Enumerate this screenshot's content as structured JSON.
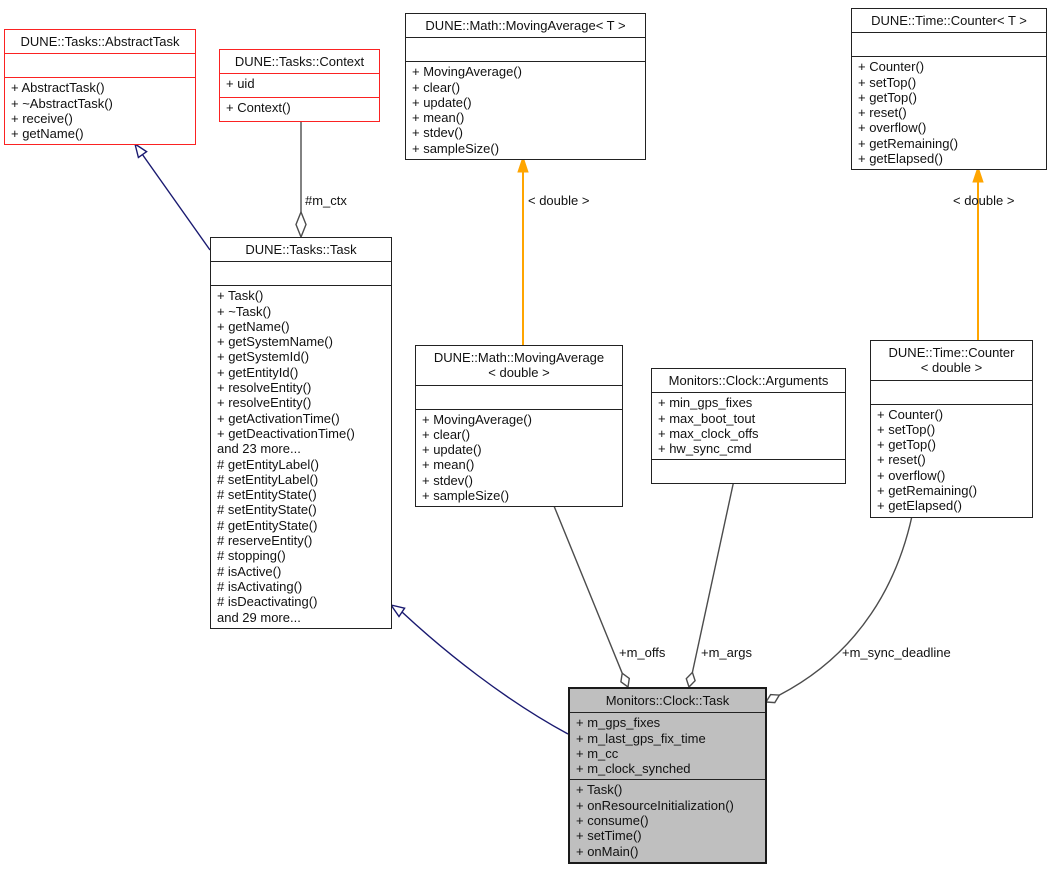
{
  "diagram": {
    "type": "uml-collaboration-diagram",
    "colors": {
      "inheritance_edge": "#191970",
      "template_edge": "#ffa500",
      "association_edge": "#4c4c4c",
      "truncated_class_border": "#fb2222",
      "class_border": "#222222",
      "focus_class_fill": "#bfbfbf",
      "class_fill": "#ffffff"
    }
  },
  "classes": {
    "abstract_task": {
      "title": "DUNE::Tasks::AbstractTask",
      "attrs": [],
      "methods": [
        "+ AbstractTask()",
        "+ ~AbstractTask()",
        "+ receive()",
        "+ getName()"
      ]
    },
    "context": {
      "title": "DUNE::Tasks::Context",
      "attrs": [
        "+ uid"
      ],
      "methods": [
        "+ Context()"
      ]
    },
    "moving_average_t": {
      "title": "DUNE::Math::MovingAverage< T >",
      "attrs": [],
      "methods": [
        "+ MovingAverage()",
        "+ clear()",
        "+ update()",
        "+ mean()",
        "+ stdev()",
        "+ sampleSize()"
      ]
    },
    "counter_t": {
      "title": "DUNE::Time::Counter< T >",
      "attrs": [],
      "methods": [
        "+ Counter()",
        "+ setTop()",
        "+ getTop()",
        "+ reset()",
        "+ overflow()",
        "+ getRemaining()",
        "+ getElapsed()"
      ]
    },
    "task": {
      "title": "DUNE::Tasks::Task",
      "attrs": [],
      "methods": [
        "+ Task()",
        "+ ~Task()",
        "+ getName()",
        "+ getSystemName()",
        "+ getSystemId()",
        "+ getEntityId()",
        "+ resolveEntity()",
        "+ resolveEntity()",
        "+ getActivationTime()",
        "+ getDeactivationTime()",
        "and 23 more...",
        "# getEntityLabel()",
        "# setEntityLabel()",
        "# setEntityState()",
        "# setEntityState()",
        "# getEntityState()",
        "# reserveEntity()",
        "# stopping()",
        "# isActive()",
        "# isActivating()",
        "# isDeactivating()",
        "and 29 more..."
      ]
    },
    "moving_average_double": {
      "title": "DUNE::Math::MovingAverage\n< double >",
      "attrs": [],
      "methods": [
        "+ MovingAverage()",
        "+ clear()",
        "+ update()",
        "+ mean()",
        "+ stdev()",
        "+ sampleSize()"
      ]
    },
    "arguments": {
      "title": "Monitors::Clock::Arguments",
      "attrs": [
        "+ min_gps_fixes",
        "+ max_boot_tout",
        "+ max_clock_offs",
        "+ hw_sync_cmd"
      ],
      "methods": []
    },
    "counter_double": {
      "title": "DUNE::Time::Counter\n< double >",
      "attrs": [],
      "methods": [
        "+ Counter()",
        "+ setTop()",
        "+ getTop()",
        "+ reset()",
        "+ overflow()",
        "+ getRemaining()",
        "+ getElapsed()"
      ]
    },
    "clock_task": {
      "title": "Monitors::Clock::Task",
      "attrs": [
        "+ m_gps_fixes",
        "+ m_last_gps_fix_time",
        "+ m_cc",
        "+ m_clock_synched"
      ],
      "methods": [
        "+ Task()",
        "+ onResourceInitialization()",
        "+ consume()",
        "+ setTime()",
        "+ onMain()"
      ]
    }
  },
  "edge_labels": {
    "m_ctx": "#m_ctx",
    "template_double_left": "< double >",
    "template_double_right": "< double >",
    "m_offs": "+m_offs",
    "m_args": "+m_args",
    "m_sync_deadline": "+m_sync_deadline"
  },
  "relationships": [
    {
      "from": "DUNE::Tasks::Task",
      "to": "DUNE::Tasks::AbstractTask",
      "type": "inheritance"
    },
    {
      "from": "Monitors::Clock::Task",
      "to": "DUNE::Tasks::Task",
      "type": "inheritance"
    },
    {
      "from": "DUNE::Tasks::Task",
      "to": "DUNE::Tasks::Context",
      "type": "aggregation",
      "label": "#m_ctx"
    },
    {
      "from": "DUNE::Math::MovingAverage< double >",
      "to": "DUNE::Math::MovingAverage< T >",
      "type": "template-instantiation",
      "label": "< double >"
    },
    {
      "from": "DUNE::Time::Counter< double >",
      "to": "DUNE::Time::Counter< T >",
      "type": "template-instantiation",
      "label": "< double >"
    },
    {
      "from": "Monitors::Clock::Task",
      "to": "DUNE::Math::MovingAverage< double >",
      "type": "aggregation",
      "label": "+m_offs"
    },
    {
      "from": "Monitors::Clock::Task",
      "to": "Monitors::Clock::Arguments",
      "type": "aggregation",
      "label": "+m_args"
    },
    {
      "from": "Monitors::Clock::Task",
      "to": "DUNE::Time::Counter< double >",
      "type": "aggregation",
      "label": "+m_sync_deadline"
    }
  ]
}
